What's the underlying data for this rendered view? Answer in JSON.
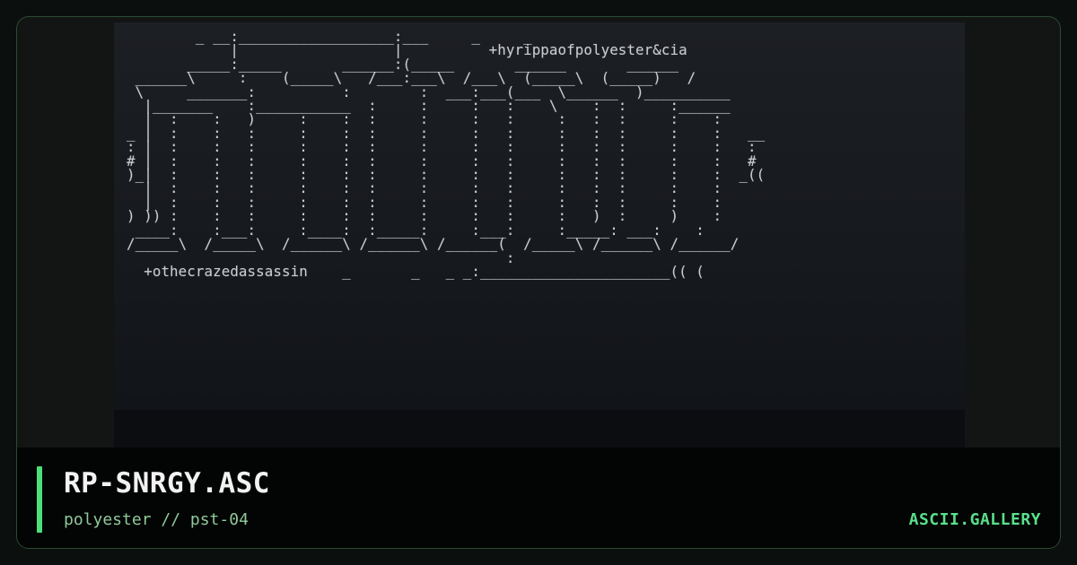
{
  "artwork": {
    "signature_top": "+hyrippaofpolyester&cia",
    "signature_bottom": "+othecrazedassassin",
    "ascii_art": "        _ __:__________________:___     _     _\n            |                  |          +hyrippaofpolyester&cia\n       _____:_____       ______:(_____       ______       ______\n ______\\     :    (_____\\   /___:___\\  /___\\  (_____\\  (_____)   /\n \\     _______:          :        :  ___:___(___  \\______  )__________\n  |_______    :___________  :     :     :   :    \\    :  :     :______\n  |  :    :   )     :    :  :     :     :   :     :   :  :     :    :\n_ |  :    :   :     :    :  :     :     :   :     :   :  :     :    :   __\n: |  :    :   :     :    :  :     :     :   :     :   :  :     :    :   :\n# |  :    :   :     :    :  :     :     :   :     :   :  :     :    :   #\n)_|  :    :   :     :    :  :     :     :   :     :   :  :     :    :  _((\n  |  :    :   :     :    :  :     :     :   :     :   :  :     :    :\n  |  :    :   :     :    :  :     :     :   :     :   :  :     :    :\n) )) :    :   :     :    :  :     :     :   :     :   )  :     )    :\n ____:    :___:     :____:  :_____:     :___:     :_____: ___:    :\n/_____\\  /_____\\  /______\\ /______\\ /______(  /_____\\ /______\\ /______/\n                                            :  \n  +othecrazedassassin    _       _   _ _:______________________(( (\n"
  },
  "footer": {
    "title": "RP-SNRGY.ASC",
    "subtitle": "polyester // pst-04",
    "brand": "ASCII.GALLERY"
  },
  "colors": {
    "accent": "#4be07c",
    "brand": "#59e08a",
    "frame_border": "#2c4a33"
  }
}
